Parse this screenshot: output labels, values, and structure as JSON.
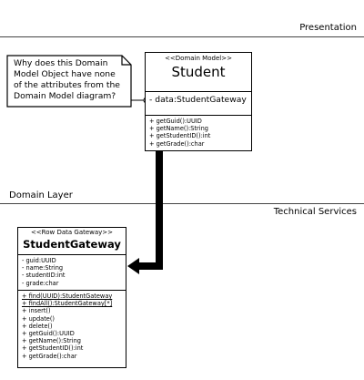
{
  "layers": {
    "presentation": "Presentation",
    "domain": "Domain Layer",
    "technical": "Technical Services"
  },
  "note": {
    "lines": [
      "Why does this Domain",
      "Model Object have none",
      "of the attributes from the",
      "Domain Model diagram?"
    ]
  },
  "student": {
    "stereotype": "<<Domain Model>>",
    "name": "Student",
    "attributes": [
      "- data:StudentGateway"
    ],
    "operations": [
      "+ getGuid():UUID",
      "+ getName():String",
      "+ getStudentID():int",
      "+ getGrade():char"
    ]
  },
  "gateway": {
    "stereotype": "<<Row Data Gateway>>",
    "name": "StudentGateway",
    "attributes": [
      "- guid:UUID",
      "- name:String",
      "- studentID:int",
      "- grade:char"
    ],
    "static_operations": [
      "+ find(UUID):StudentGateway",
      "+ findAll():StudentGateway[*]"
    ],
    "operations": [
      "+ insert()",
      "+ update()",
      "+ delete()",
      "+ getGuid():UUID",
      "+ getName():String",
      "+ getStudentID():int",
      "+ getGrade():char"
    ]
  }
}
